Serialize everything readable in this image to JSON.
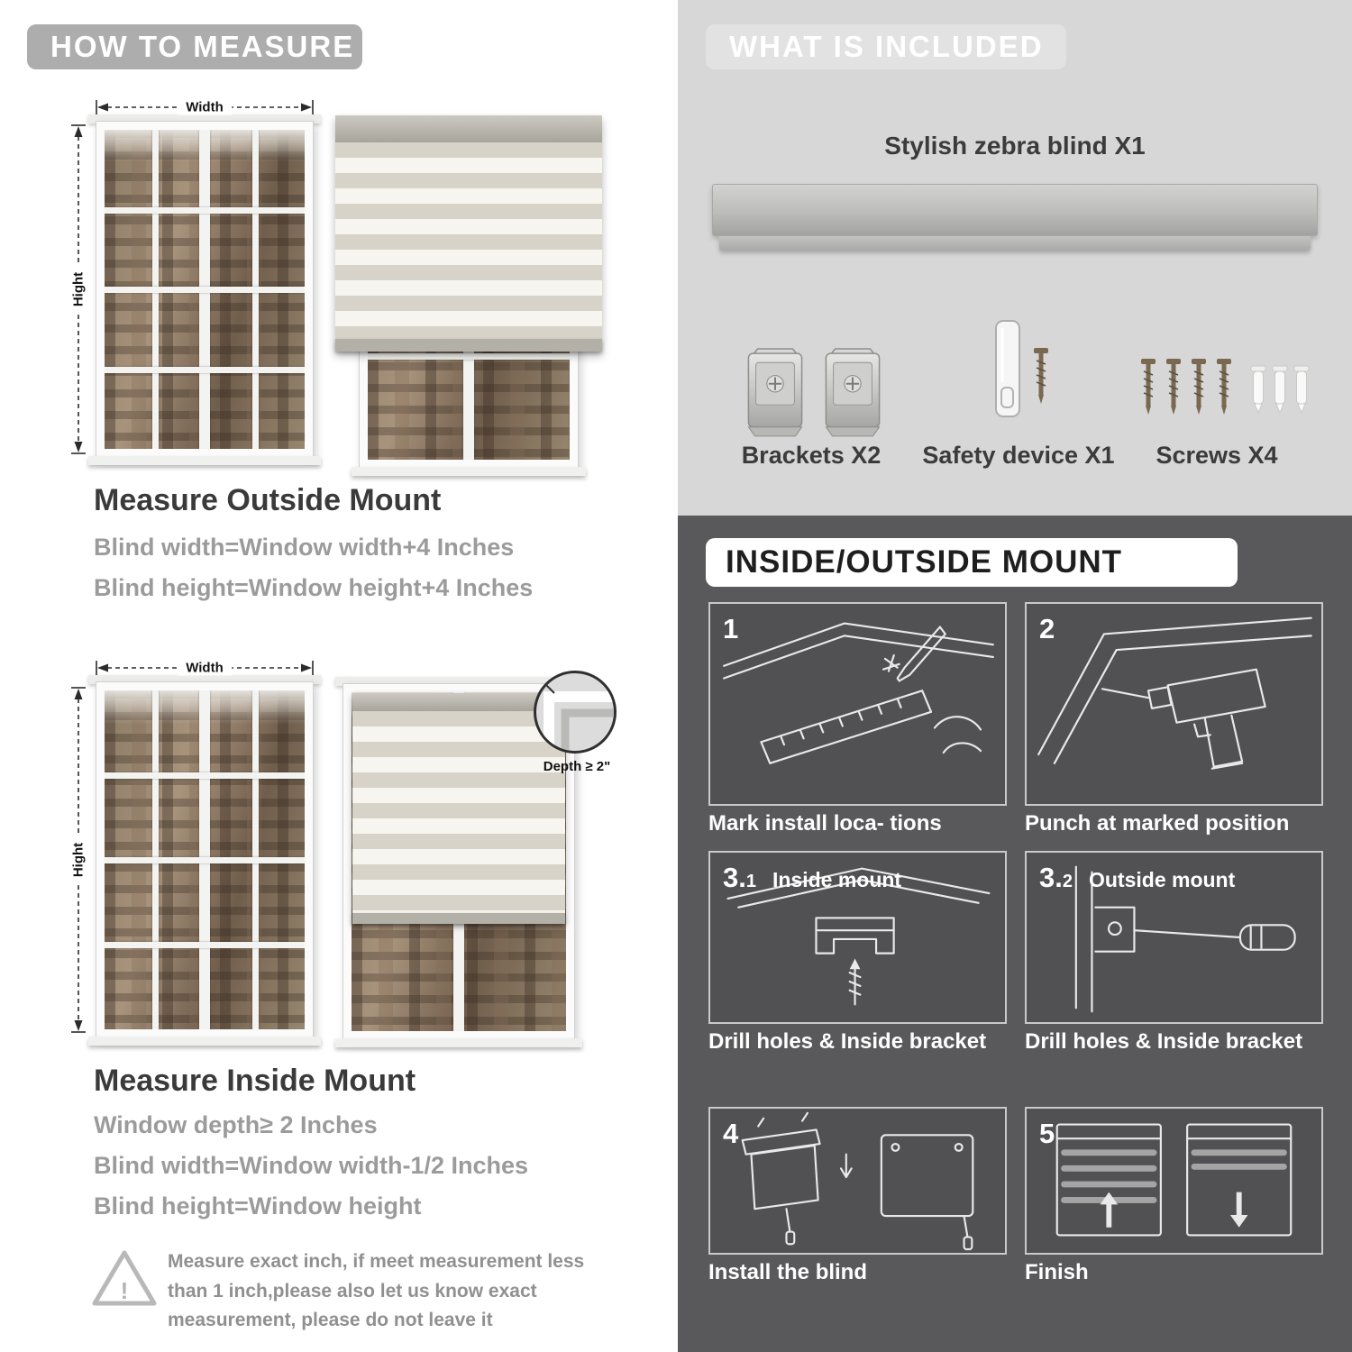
{
  "colors": {
    "left_pill_bg": "#adadad",
    "included_bg": "#d7d7d7",
    "included_pill_bg": "#e2e2e2",
    "mount_bg": "#59595b",
    "heading_text": "#3a3a3a",
    "rule_text": "#9b9b9b",
    "step_text": "#ffffff"
  },
  "how_to_measure": {
    "header": "HOW TO MEASURE",
    "outside": {
      "width_label": "Width",
      "height_label": "Hight",
      "title": "Measure Outside Mount",
      "rule1": "Blind width=Window width+4 Inches",
      "rule2": "Blind height=Window height+4 Inches"
    },
    "inside": {
      "width_label": "Width",
      "height_label": "Hight",
      "depth_note": "Depth ≥ 2\"",
      "title": "Measure Inside Mount",
      "rule1": "Window depth≥ 2 Inches",
      "rule2": "Blind width=Window width-1/2 Inches",
      "rule3": "Blind height=Window height"
    },
    "warning": {
      "mark": "!",
      "text": "Measure exact inch, if meet measurement less than 1 inch,please also let us know exact measurement, please do not leave it"
    }
  },
  "included": {
    "header": "WHAT IS INCLUDED",
    "product_label": "Stylish zebra blind X1",
    "items": [
      {
        "label": "Brackets X2"
      },
      {
        "label": "Safety device X1"
      },
      {
        "label": "Screws X4"
      }
    ]
  },
  "mount_steps": {
    "header": "INSIDE/OUTSIDE MOUNT",
    "steps": [
      {
        "num": "1",
        "label": "",
        "caption": "Mark install loca- tions"
      },
      {
        "num": "2",
        "label": "",
        "caption": "Punch at  marked position"
      },
      {
        "num": "3.1",
        "label": "Inside mount",
        "caption": "Drill holes &  Inside bracket"
      },
      {
        "num": "3.2",
        "label": "Outside mount",
        "caption": "Drill holes &  Inside bracket"
      },
      {
        "num": "4",
        "label": "",
        "caption": "Install the blind"
      },
      {
        "num": "5",
        "label": "",
        "caption": "Finish"
      }
    ]
  }
}
